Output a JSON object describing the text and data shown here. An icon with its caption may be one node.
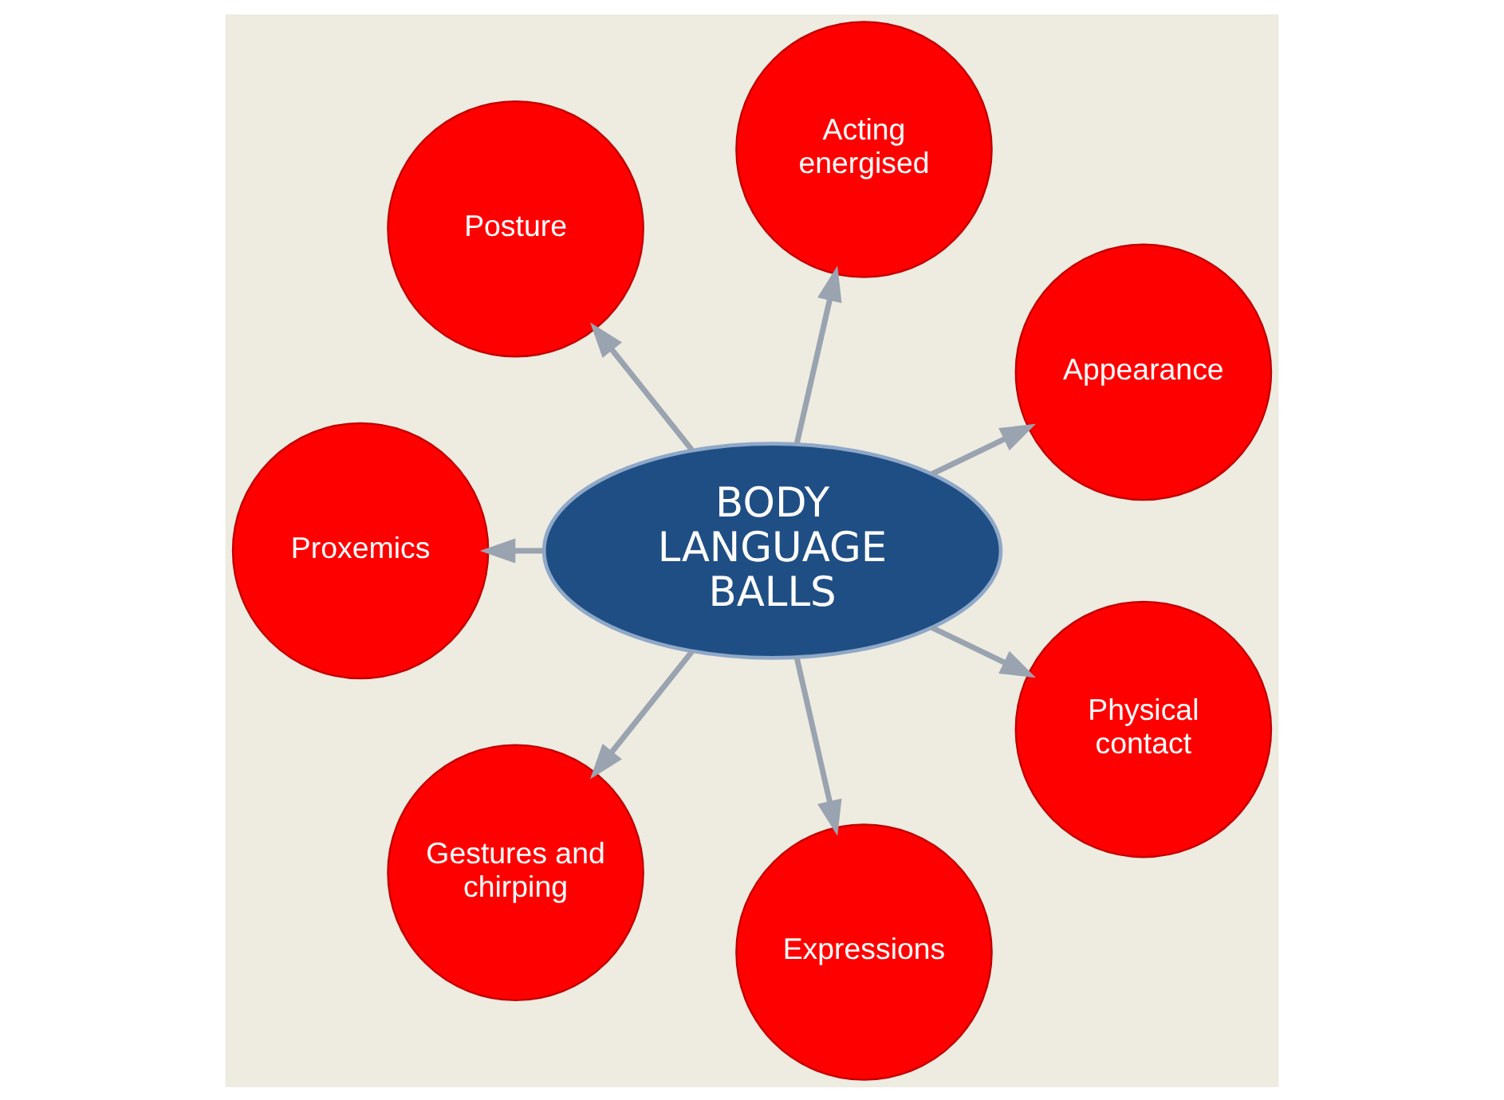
{
  "diagram": {
    "nodes": [
      {
        "text": [
          "Appearance"
        ]
      },
      {
        "text": [
          "Acting energised"
        ]
      },
      {
        "text": [
          "Posture"
        ]
      },
      {
        "text": [
          "Proxemics"
        ]
      },
      {
        "text": [
          "BODY LANGUAGE BALLS"
        ]
      },
      {
        "text": [
          "Gestures and chirping"
        ]
      },
      {
        "text": [
          "Expressions"
        ]
      },
      {
        "text": [
          "Physical contact"
        ]
      }
    ],
    "edges": [
      {
        "from": 4,
        "to": 0,
        "arrow": "to"
      },
      {
        "from": 4,
        "to": 1,
        "arrow": "to"
      },
      {
        "from": 4,
        "to": 2,
        "arrow": "to"
      },
      {
        "from": 4,
        "to": 3,
        "arrow": "to"
      },
      {
        "from": 4,
        "to": 5,
        "arrow": "to"
      },
      {
        "from": 4,
        "to": 6,
        "arrow": "to"
      },
      {
        "from": 4,
        "to": 7,
        "arrow": "to"
      }
    ]
  }
}
